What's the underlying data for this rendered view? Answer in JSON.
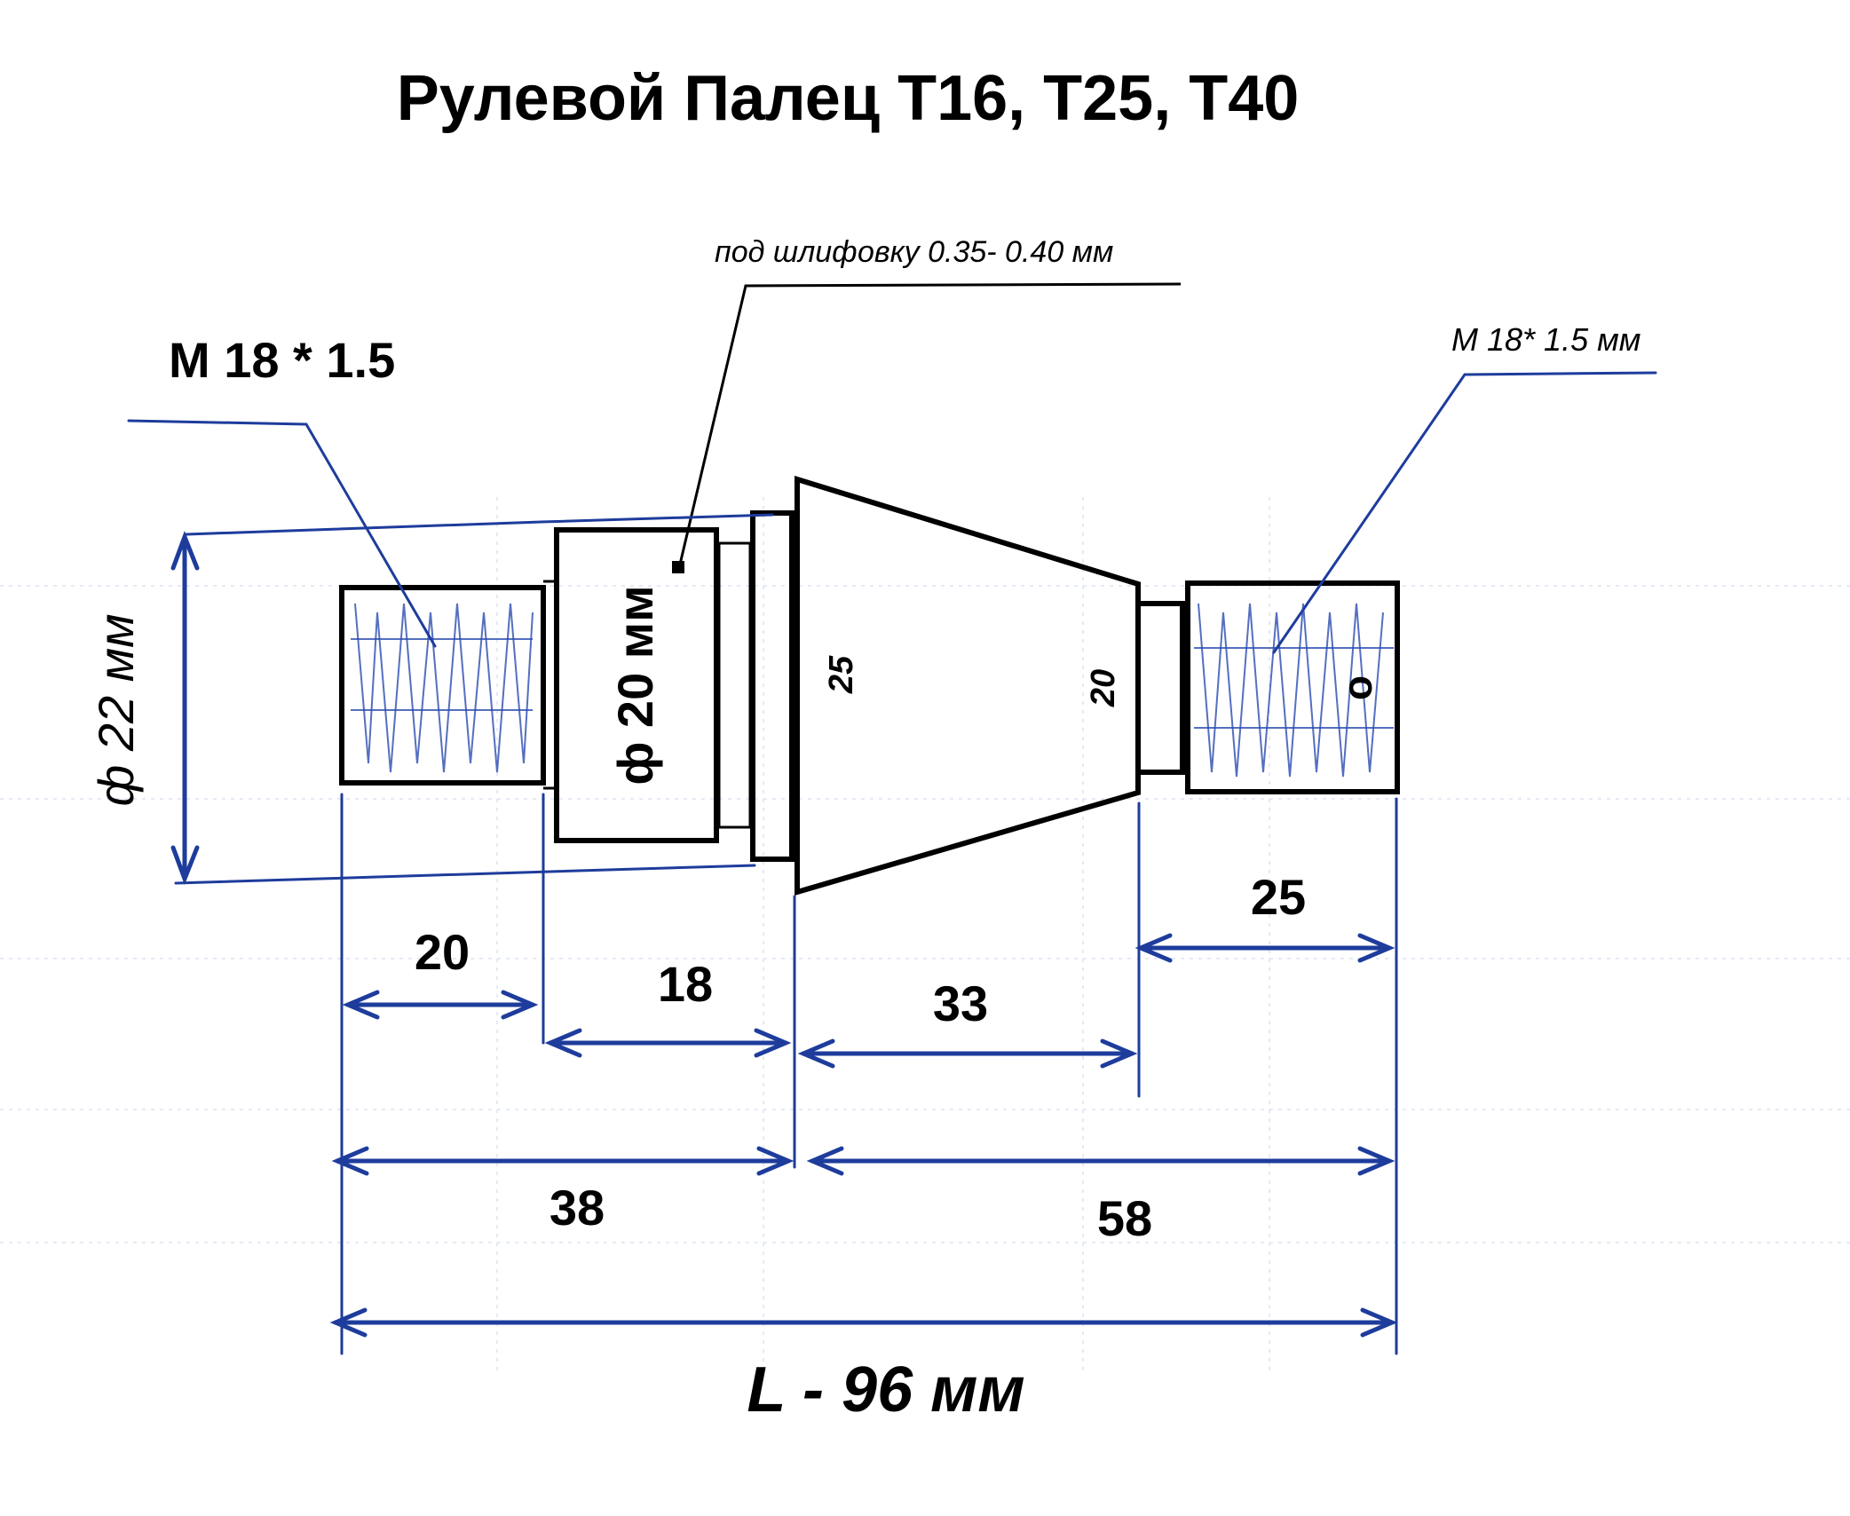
{
  "title": "Рулевой Палец Т16, Т25, Т40",
  "labels": {
    "thread_left": "M 18 * 1.5",
    "thread_right": "M 18* 1.5 мм",
    "grinding_note": "под шлифовку 0.35- 0.40 мм",
    "diameter_22": "ф 22 мм",
    "diameter_20": "ф 20 мм",
    "cone_large": "25",
    "cone_small": "20",
    "end_mark": "о"
  },
  "dimensions": {
    "d20": "20",
    "d18": "18",
    "d33": "33",
    "d25": "25",
    "d38": "38",
    "d58": "58",
    "total": "L - 96 мм"
  },
  "colors": {
    "ink": "#000000",
    "pen_blue": "#1e3c9c",
    "paper": "#ffffff"
  }
}
